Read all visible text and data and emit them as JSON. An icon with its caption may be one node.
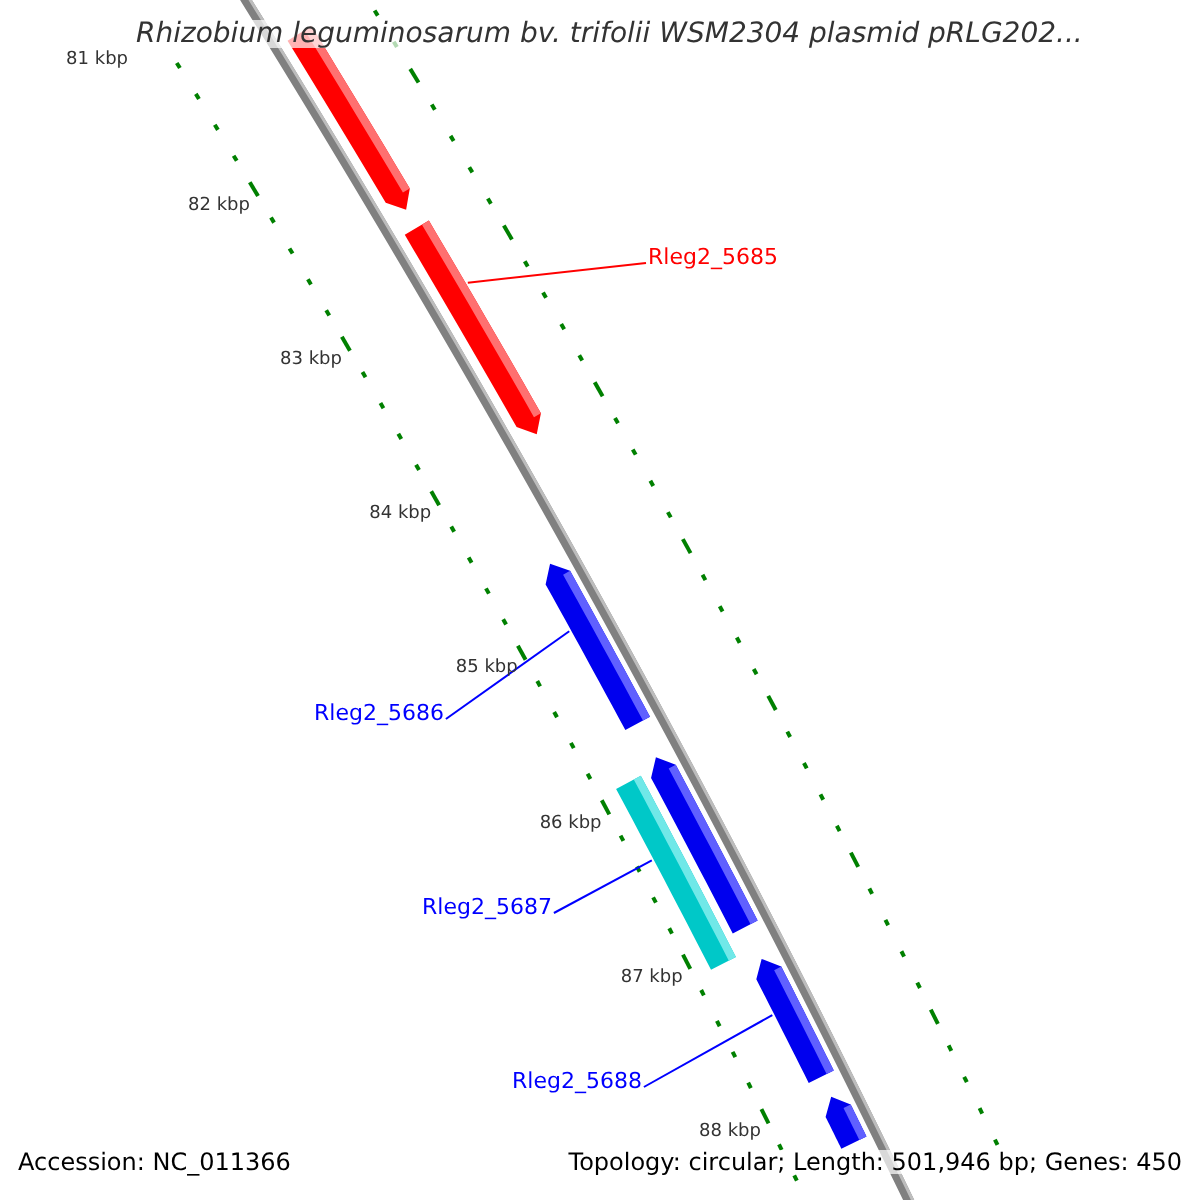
{
  "diagram": {
    "title": "Rhizobium leguminosarum bv. trifolii WSM2304 plasmid pRLG202...",
    "nodes": [
      {
        "text": [
          "Rleg2_5685"
        ]
      },
      {
        "text": [
          "Rleg2_5686"
        ]
      },
      {
        "text": [
          "Rleg2_5687"
        ]
      },
      {
        "text": [
          "Rleg2_5688"
        ]
      },
      {
        "text": [],
        "shape": "bar"
      },
      {
        "text": [],
        "shape": "bar"
      },
      {
        "text": [],
        "shape": "bar"
      },
      {
        "text": [],
        "shape": "bar"
      },
      {
        "text": [],
        "shape": "bar"
      },
      {
        "text": [],
        "shape": "bar"
      },
      {
        "text": [],
        "shape": "bar"
      }
    ],
    "edges": [
      {
        "from": 0,
        "to": 5,
        "arrow": "none",
        "color": "#ff0000"
      },
      {
        "from": 1,
        "to": 6,
        "arrow": "none"
      },
      {
        "from": 2,
        "to": 7,
        "arrow": "none"
      },
      {
        "from": 3,
        "to": 9,
        "arrow": "none"
      }
    ],
    "labels": [
      "81 kbp",
      "82 kbp",
      "83 kbp",
      "84 kbp",
      "85 kbp",
      "86 kbp",
      "87 kbp",
      "88 kbp",
      "Accession: NC_011366",
      "Topology: circular; Length: 501,946 bp; Genes: 450"
    ]
  }
}
